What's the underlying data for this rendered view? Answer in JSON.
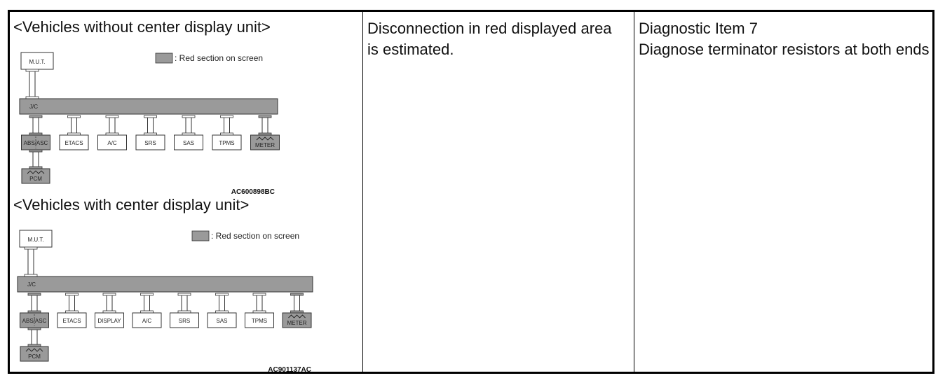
{
  "col1": {
    "heading1": "<Vehicles without center display unit>",
    "heading2": "<Vehicles with center display unit>"
  },
  "col2": {
    "text": "Disconnection in red displayed area is estimated."
  },
  "col3": {
    "line1": "Diagnostic Item 7",
    "line2": "Diagnose terminator resistors at both ends"
  },
  "diagrams": [
    {
      "tool": "M.U.T.",
      "legend": ": Red section on screen",
      "bus": "J/C",
      "modules": [
        {
          "label": "ABS/ASC",
          "highlighted": true
        },
        {
          "label": "ETACS",
          "highlighted": false
        },
        {
          "label": "A/C",
          "highlighted": false
        },
        {
          "label": "SRS",
          "highlighted": false
        },
        {
          "label": "SAS",
          "highlighted": false
        },
        {
          "label": "TPMS",
          "highlighted": false
        },
        {
          "label": "METER",
          "highlighted": true
        }
      ],
      "sub_module": "PCM",
      "figure_code": "AC600898BC"
    },
    {
      "tool": "M.U.T.",
      "legend": ": Red section on screen",
      "bus": "J/C",
      "modules": [
        {
          "label": "ABS/ASC",
          "highlighted": true
        },
        {
          "label": "ETACS",
          "highlighted": false
        },
        {
          "label": "DISPLAY",
          "highlighted": false
        },
        {
          "label": "A/C",
          "highlighted": false
        },
        {
          "label": "SRS",
          "highlighted": false
        },
        {
          "label": "SAS",
          "highlighted": false
        },
        {
          "label": "TPMS",
          "highlighted": false
        },
        {
          "label": "METER",
          "highlighted": true
        }
      ],
      "sub_module": "PCM",
      "figure_code": "AC901137AC"
    }
  ],
  "colors": {
    "highlight": "#9a9a9a",
    "border": "#000000"
  }
}
